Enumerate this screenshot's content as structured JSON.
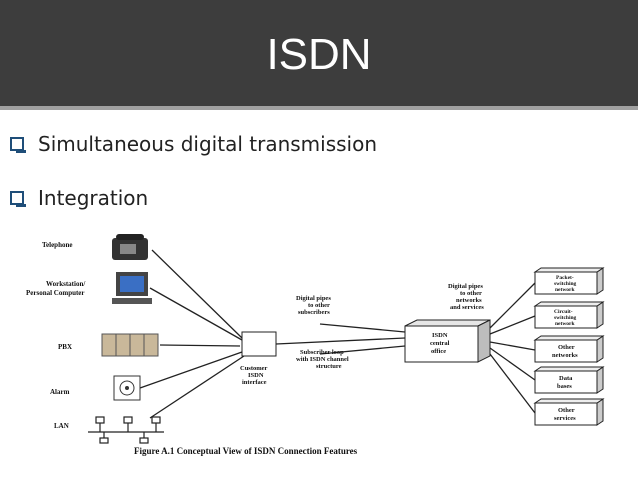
{
  "slide": {
    "title": "ISDN"
  },
  "bullets": [
    "Simultaneous digital transmission",
    "Integration"
  ],
  "diagram": {
    "devices": {
      "telephone": "Telephone",
      "workstation_line1": "Workstation/",
      "workstation_line2": "Personal Computer",
      "pbx": "PBX",
      "alarm": "Alarm",
      "lan": "LAN"
    },
    "interface": {
      "line1": "Customer",
      "line2": "ISDN",
      "line3": "interface"
    },
    "pipes_subscribers": {
      "line1": "Digital pipes",
      "line2": "to other",
      "line3": "subscribers"
    },
    "subscriber_loop": {
      "line1": "Subscriber loop",
      "line2": "with ISDN channel",
      "line3": "structure"
    },
    "central_office": {
      "line1": "ISDN",
      "line2": "central",
      "line3": "office"
    },
    "pipes_networks": {
      "line1": "Digital pipes",
      "line2": "to other",
      "line3": "networks",
      "line4": "and services"
    },
    "networks": [
      {
        "line1": "Packet-",
        "line2": "switching",
        "line3": "network"
      },
      {
        "line1": "Circuit-",
        "line2": "switching",
        "line3": "network"
      },
      {
        "line1": "Other",
        "line2": "networks",
        "line3": ""
      },
      {
        "line1": "Data",
        "line2": "bases",
        "line3": ""
      },
      {
        "line1": "Other",
        "line2": "services",
        "line3": ""
      }
    ],
    "caption": "Figure A.1  Conceptual View of ISDN Connection Features"
  }
}
